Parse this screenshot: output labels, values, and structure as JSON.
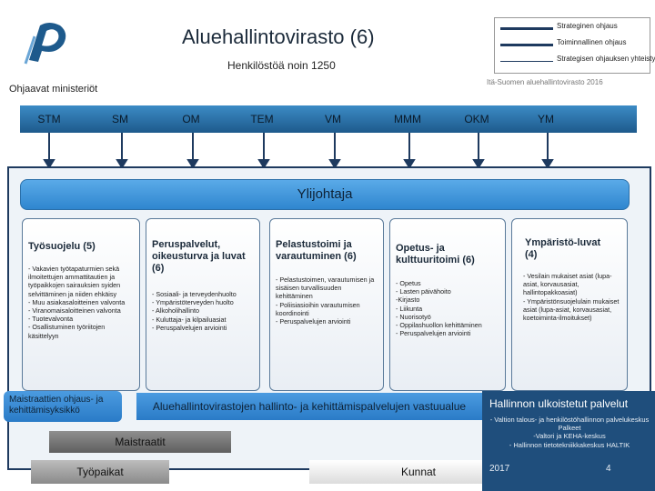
{
  "header": {
    "title": "Aluehallintovirasto (6)",
    "subtitle": "Henkilöstöä noin 1250",
    "ministries_label": "Ohjaavat ministeriöt",
    "source": "Itä-Suomen aluehallintovirasto 2016"
  },
  "legend": [
    {
      "label": "Strateginen ohjaus",
      "style": "thick"
    },
    {
      "label": "Toiminnallinen ohjaus",
      "style": "thick"
    },
    {
      "label": "Strategisen ohjauksen yhteistyö",
      "style": "thin"
    }
  ],
  "ministries": [
    "STM",
    "SM",
    "OM",
    "TEM",
    "VM",
    "MMM",
    "OKM",
    "YM"
  ],
  "director": "Ylijohtaja",
  "units": [
    {
      "title": "Työsuojelu (5)",
      "items": [
        "- Vakavien työtapaturmien sekä ilmoitettujen ammattitautien ja työpaikkojen sairauksien syiden selvittäminen ja niiden ehkäisy",
        "- Muu asiakasaloitteinen valvonta",
        "- Viranomaisaloitteinen valvonta",
        "- Tuotevalvonta",
        "- Osallistuminen työriitojen käsittelyyn"
      ]
    },
    {
      "title": "Peruspalvelut, oikeusturva ja luvat (6)",
      "items": [
        "- Sosiaali- ja terveydenhuolto",
        "- Ympäristöterveyden huolto",
        "- Alkoholihallinto",
        "- Kuluttaja- ja kilpailuasiat",
        "- Peruspalvelujen arviointi"
      ]
    },
    {
      "title": "Pelastustoimi ja varautuminen (6)",
      "items": [
        "- Pelastustoimen, varautumisen ja sisäisen turvallisuuden kehittäminen",
        "- Poliisiasioihin varautumisen koordinointi",
        "- Peruspalvelujen arviointi"
      ]
    },
    {
      "title": "Opetus- ja kulttuuritoimi (6)",
      "items": [
        "- Opetus",
        "- Lasten päivähoito",
        "-Kirjasto",
        "- Liikunta",
        "- Nuorisotyö",
        "- Oppilashuollon kehittäminen",
        "- Peruspalvelujen arviointi"
      ]
    },
    {
      "title": "Ympäristö-luvat (4)",
      "items": [
        "- Vesilain mukaiset asiat (lupa-asiat, korvausasiat, hallintopakkoasiat)",
        "- Ympäristönsuojelulain mukaiset asiat (lupa-asiat, korvausasiat, koetoiminta-ilmoitukset)"
      ]
    }
  ],
  "bottom": {
    "support_unit": "Maistraattien ohjaus- ja kehittämisyksikkö",
    "shared_services": "Aluehallintovirastojen hallinto- ja kehittämispalvelujen vastuualue",
    "maistraatit": "Maistraatit",
    "tyopaikat": "Työpaikat",
    "kunnat": "Kunnat"
  },
  "external": {
    "title": "Hallinnon ulkoistetut palvelut",
    "items": [
      "- Valtion talous- ja henkilöstöhallinnon palvelukeskus Palkeet",
      "-Valtori ja KEHA-keskus",
      "- Hallinnon tietotekniikkakeskus HALTIK"
    ],
    "year": "2017",
    "page": "4"
  },
  "colors": {
    "dark_navy": "#1f4e7c",
    "accent_blue": "#2f86cf",
    "ministry_bar": "#1e5a8c"
  }
}
